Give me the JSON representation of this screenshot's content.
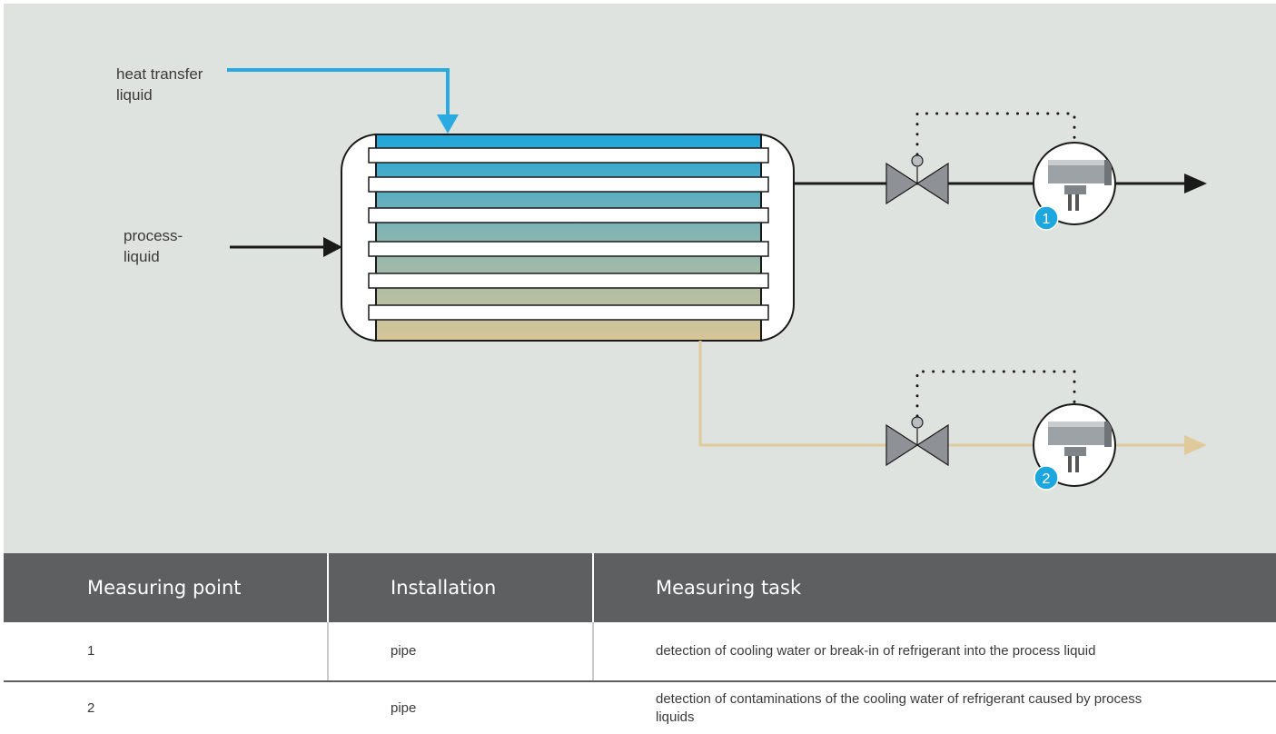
{
  "diagram": {
    "labels": {
      "heat_transfer": "heat transfer\nliquid",
      "process": "process-\nliquid"
    },
    "markers": [
      "1",
      "2"
    ],
    "colors": {
      "panel_bg": "#dfe3e0",
      "heat_line": "#29abe2",
      "process_line": "#1a1a1a",
      "waste_line": "#e0c99a",
      "marker": "#1ea7df"
    }
  },
  "table": {
    "headers": [
      "Measuring point",
      "Installation",
      "Measuring task"
    ],
    "rows": [
      {
        "point": "1",
        "installation": "pipe",
        "task": "detection of cooling water or break-in of refrigerant into the process liquid"
      },
      {
        "point": "2",
        "installation": "pipe",
        "task": "detection of contaminations of the cooling water of refrigerant caused by process liquids"
      }
    ]
  }
}
